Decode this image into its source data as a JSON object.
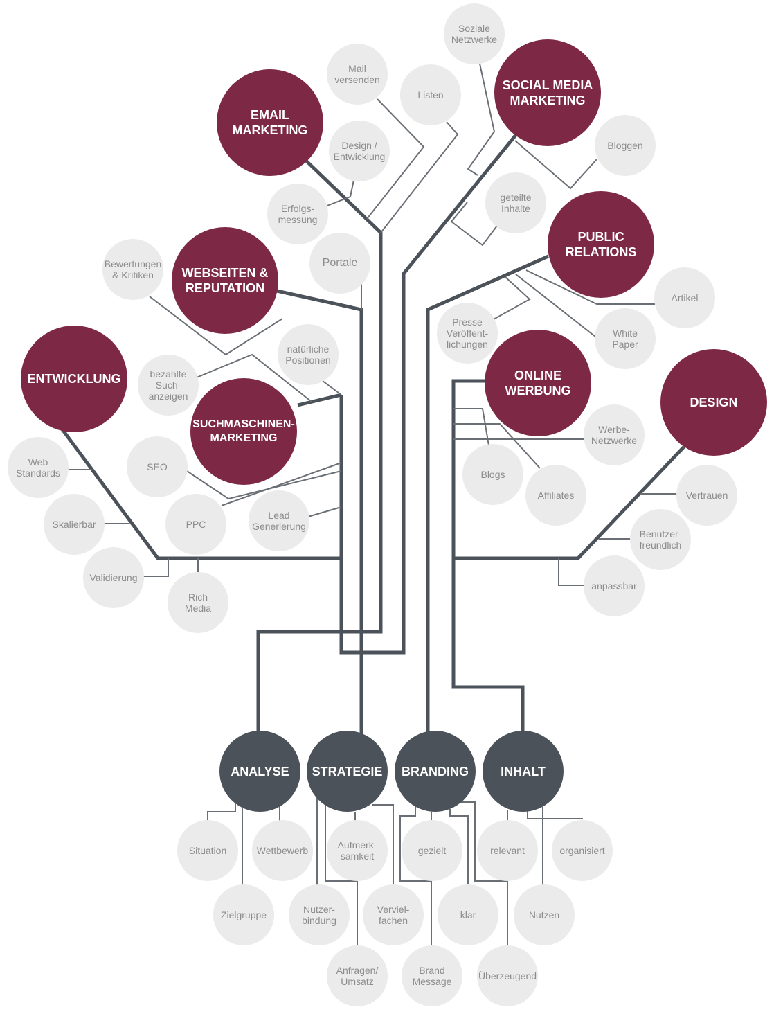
{
  "colors": {
    "major": "#7d2845",
    "root": "#4b5259",
    "leaf": "#ebebeb",
    "leaf_text": "#8c8c8c",
    "trunk": "#4b5259",
    "branch": "#6a6f75"
  },
  "roots": {
    "analyse": "ANALYSE",
    "strategie": "STRATEGIE",
    "branding": "BRANDING",
    "inhalt": "INHALT"
  },
  "majors": {
    "email_marketing": "EMAIL\nMARKETING",
    "social_media_marketing": "SOCIAL MEDIA\nMARKETING",
    "public_relations": "PUBLIC\nRELATIONS",
    "webseiten_reputation": "WEBSEITEN &\nREPUTATION",
    "entwicklung": "ENTWICKLUNG",
    "suchmaschinen_marketing": "SUCHMASCHINEN-\nMARKETING",
    "online_werbung": "ONLINE\nWERBUNG",
    "design": "DESIGN"
  },
  "leaves": {
    "soziale_netzwerke": "Soziale\nNetzwerke",
    "mail_versenden": "Mail\nversenden",
    "listen": "Listen",
    "design_entwicklung": "Design /\nEntwicklung",
    "bloggen": "Bloggen",
    "erfolgsmessung": "Erfolgs-\nmessung",
    "geteilte_inhalte": "geteilte\nInhalte",
    "portale": "Portale",
    "bewertungen_kritiken": "Bewertungen\n& Kritiken",
    "artikel": "Artikel",
    "presse": "Presse\nVeröffent-\nlichungen",
    "white_paper": "White\nPaper",
    "natuerliche_positionen": "natürliche\nPositionen",
    "bezahlte_suchanzeigen": "bezahlte\nSuch-\nanzeigen",
    "werbe_netzwerke": "Werbe-\nNetzwerke",
    "web_standards": "Web\nStandards",
    "seo": "SEO",
    "blogs": "Blogs",
    "affiliates": "Affiliates",
    "vertrauen": "Vertrauen",
    "skalierbar": "Skalierbar",
    "ppc": "PPC",
    "lead_generierung": "Lead\nGenerierung",
    "benutzerfreundlich": "Benutzer-\nfreundlich",
    "validierung": "Validierung",
    "anpassbar": "anpassbar",
    "rich_media": "Rich\nMedia",
    "situation": "Situation",
    "wettbewerb": "Wettbewerb",
    "aufmerksamkeit": "Aufmerk-\nsamkeit",
    "gezielt": "gezielt",
    "relevant": "relevant",
    "organisiert": "organisiert",
    "zielgruppe": "Zielgruppe",
    "nutzerbindung": "Nutzer-\nbindung",
    "vervielfachen": "Verviel-\nfachen",
    "klar": "klar",
    "nutzen": "Nutzen",
    "anfragen_umsatz": "Anfragen/\nUmsatz",
    "brand_message": "Brand\nMessage",
    "ueberzeugend": "Überzeugend"
  }
}
